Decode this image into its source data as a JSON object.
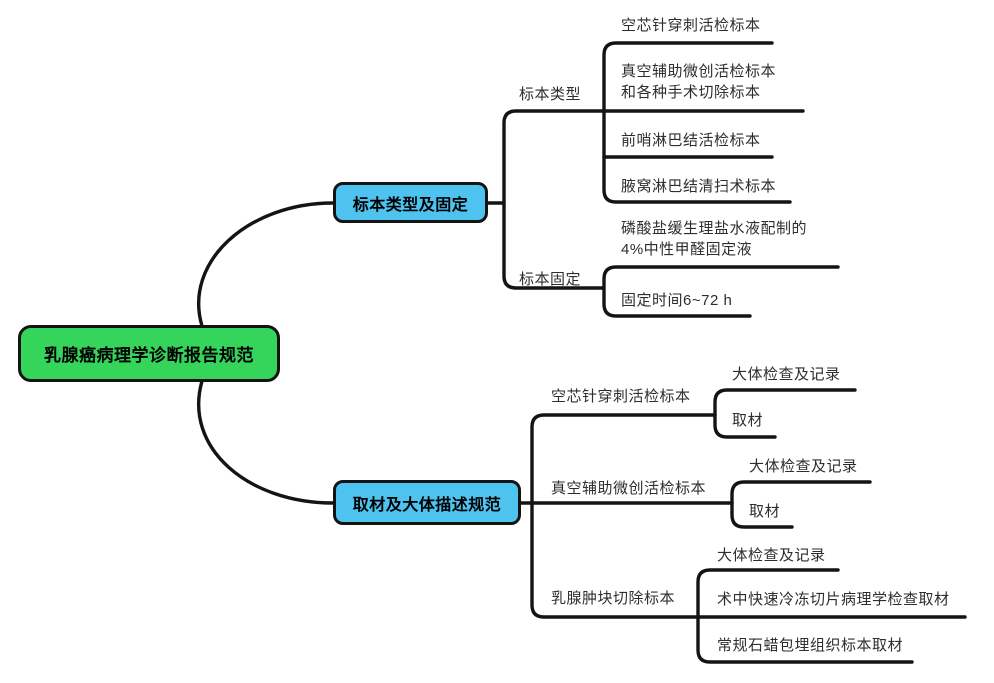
{
  "colors": {
    "root_fill": "#35d45b",
    "branch_fill": "#4fc3f0",
    "line": "#141414",
    "leaf_text": "#2e2e2e"
  },
  "root": {
    "label": "乳腺癌病理学诊断报告规范"
  },
  "branch1": {
    "label": "标本类型及固定",
    "children": [
      {
        "label": "标本类型",
        "leaves": [
          "空芯针穿刺活检标本",
          "真空辅助微创活检标本\n和各种手术切除标本",
          "前哨淋巴结活检标本",
          "腋窝淋巴结清扫术标本"
        ]
      },
      {
        "label": "标本固定",
        "leaves": [
          "磷酸盐缓生理盐水液配制的\n4%中性甲醛固定液",
          "固定时间6~72 h"
        ]
      }
    ]
  },
  "branch2": {
    "label": "取材及大体描述规范",
    "children": [
      {
        "label": "空芯针穿刺活检标本",
        "leaves": [
          "大体检查及记录",
          "取材"
        ]
      },
      {
        "label": "真空辅助微创活检标本",
        "leaves": [
          "大体检查及记录",
          "取材"
        ]
      },
      {
        "label": "乳腺肿块切除标本",
        "leaves": [
          "大体检查及记录",
          "术中快速冷冻切片病理学检查取材",
          "常规石蜡包埋组织标本取材"
        ]
      }
    ]
  }
}
